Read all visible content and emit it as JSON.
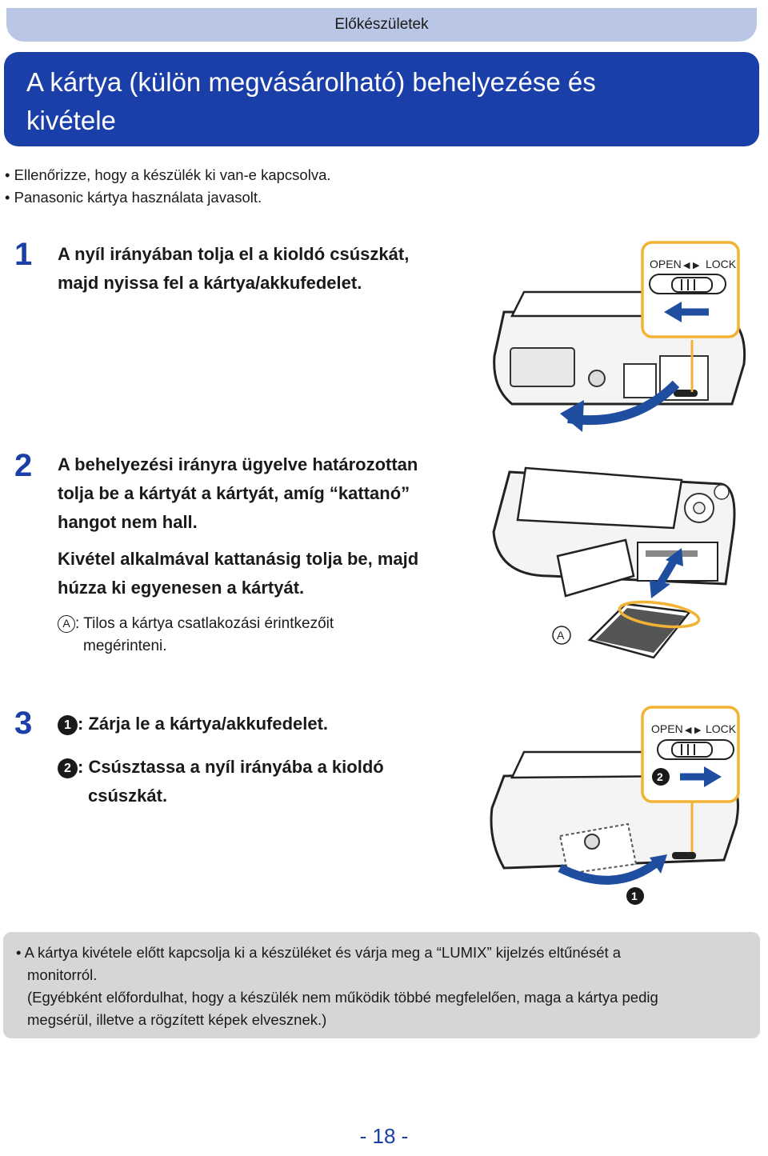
{
  "header": {
    "section": "Előkészületek"
  },
  "title": {
    "line1": "A kártya (külön megvásárolható) behelyezése és",
    "line2": "kivétele"
  },
  "bullets": [
    "Ellenőrizze, hogy a készülék ki van-e kapcsolva.",
    "Panasonic kártya használata javasolt."
  ],
  "steps": [
    {
      "num": "1",
      "lines": [
        "A nyíl irányában tolja el a kioldó csúszkát,",
        "majd nyissa fel a kártya/akkufedelet."
      ]
    },
    {
      "num": "2",
      "lines": [
        "A behelyezési irányra ügyelve határozottan",
        "tolja be a kártyát a kártyát, amíg “kattanó”",
        "hangot nem hall."
      ],
      "sub_lines": [
        "Kivétel alkalmával kattanásig tolja be, majd",
        "húzza ki egyenesen a kártyát."
      ],
      "note_marker": "A",
      "note_lines": [
        ": Tilos a kártya csatlakozási érintkezőit",
        "megérinteni."
      ]
    },
    {
      "num": "3",
      "item1_marker": "1",
      "item1_text": ": Zárja le a kártya/akkufedelet.",
      "item2_marker": "2",
      "item2_lines": [
        ": Csúsztassa a nyíl irányába a kioldó",
        "csúszkát."
      ]
    }
  ],
  "illustration": {
    "open_label": "OPEN",
    "lock_label": "LOCK",
    "marker_a": "A",
    "marker_1": "1",
    "marker_2": "2"
  },
  "caution": {
    "lines": [
      "• A kártya kivétele előtt kapcsolja ki a készüléket és várja meg a “LUMIX” kijelzés eltűnését a",
      "monitorról.",
      "(Egyébként előfordulhat, hogy a készülék nem működik többé megfelelően, maga a kártya pedig",
      "megsérül, illetve a rögzített képek elvesznek.)"
    ]
  },
  "page": {
    "number": "- 18 -"
  },
  "colors": {
    "accent": "#1b3fa8",
    "tab": "#b9c6e6",
    "callout": "#f2b233",
    "caution_bg": "#d6d6d6"
  }
}
